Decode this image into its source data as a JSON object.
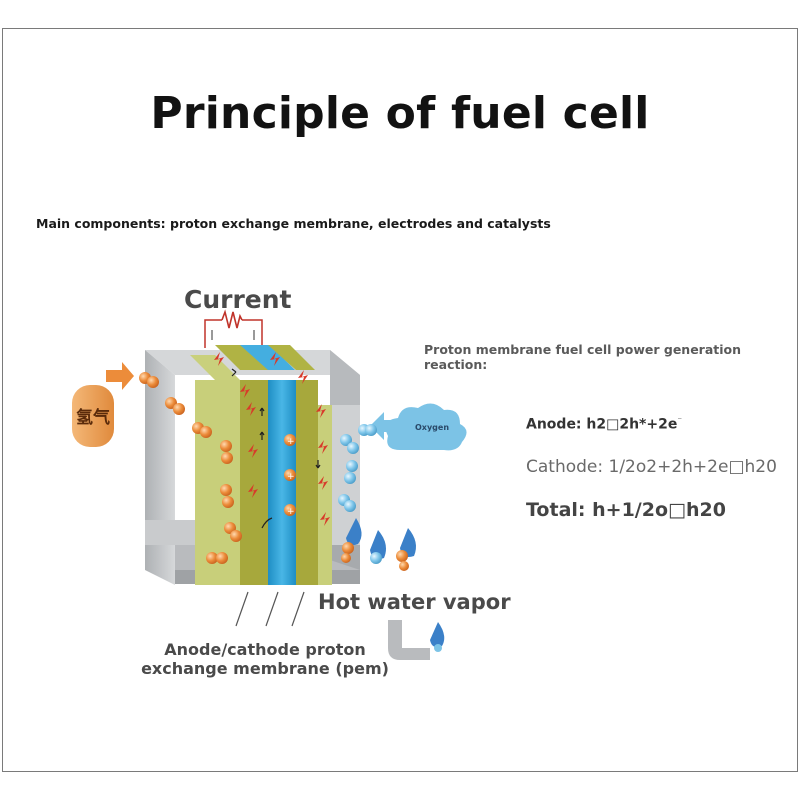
{
  "title": "Principle of fuel cell",
  "subtitle": "Main components: proton exchange membrane, electrodes and catalysts",
  "diagram": {
    "current_label": "Current",
    "hydrogen_label": "氢气",
    "oxygen_label": "Oxygen",
    "hot_water_label": "Hot water vapor",
    "pem_label_line1": "Anode/cathode proton",
    "pem_label_line2": "exchange membrane (pem)"
  },
  "reaction": {
    "heading": "Proton membrane fuel cell power generation reaction:",
    "anode": "Anode: h2□2h*+2e",
    "anode_sup": "⁻",
    "cathode": "Cathode: 1/2o2+2h+2e□h20",
    "total": "Total: h+1/2o□h20"
  },
  "colors": {
    "hydrogen": "#e0893a",
    "oxygen": "#7cc3e6",
    "membrane": "#2aa0d6",
    "electrode": "#a7a83c",
    "catalyst": "#c8cf7a",
    "spark": "#d83a2a",
    "frame_gray": "#c4c6c8"
  }
}
